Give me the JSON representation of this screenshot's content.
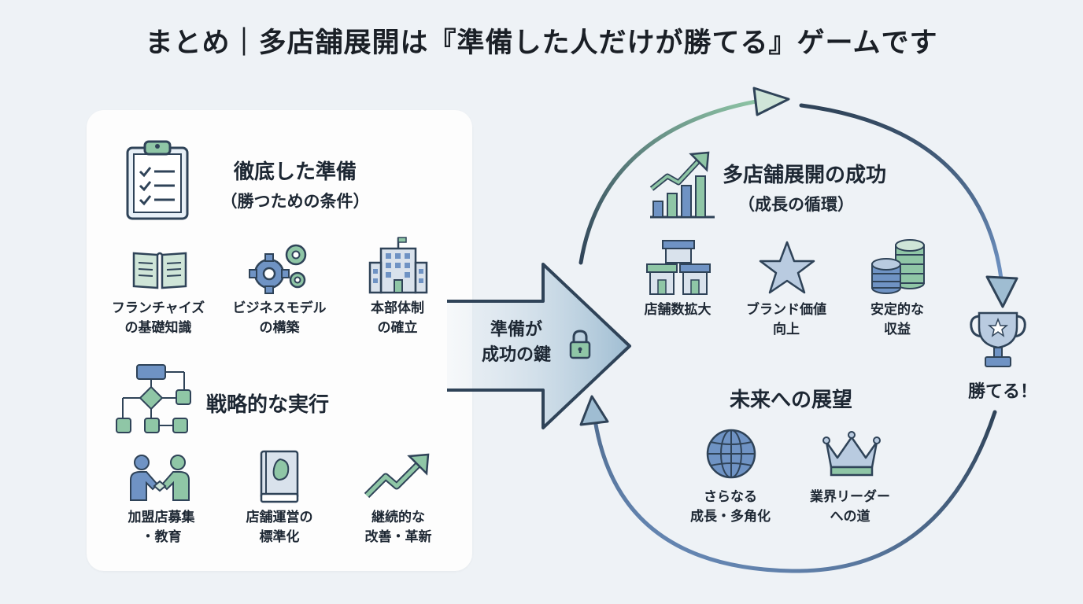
{
  "title": "まとめ｜多店舗展開は『準備した人だけが勝てる』ゲームです",
  "prep": {
    "heading": "徹底した準備",
    "subheading": "（勝つための条件）",
    "items": [
      {
        "line1": "フランチャイズ",
        "line2": "の基礎知識"
      },
      {
        "line1": "ビジネスモデル",
        "line2": "の構築"
      },
      {
        "line1": "本部体制",
        "line2": "の確立"
      }
    ]
  },
  "exec": {
    "heading": "戦略的な実行",
    "items": [
      {
        "line1": "加盟店募集",
        "line2": "・教育"
      },
      {
        "line1": "店舗運営の",
        "line2": "標準化"
      },
      {
        "line1": "継続的な",
        "line2": "改善・革新"
      }
    ]
  },
  "key": {
    "line1": "準備が",
    "line2": "成功の鍵"
  },
  "success": {
    "heading": "多店舗展開の成功",
    "subheading": "（成長の循環）",
    "items": [
      {
        "line1": "店舗数拡大",
        "line2": ""
      },
      {
        "line1": "ブランド価値",
        "line2": "向上"
      },
      {
        "line1": "安定的な",
        "line2": "収益"
      }
    ]
  },
  "win": "勝てる！",
  "future": {
    "heading": "未来への展望",
    "items": [
      {
        "line1": "さらなる",
        "line2": "成長・多角化"
      },
      {
        "line1": "業界リーダー",
        "line2": "への道"
      }
    ]
  },
  "colors": {
    "navy": "#2f4358",
    "blue": "#6f93c4",
    "green": "#8fc6a6",
    "background": "#eef2f6",
    "panel": "#fdfdfd"
  }
}
